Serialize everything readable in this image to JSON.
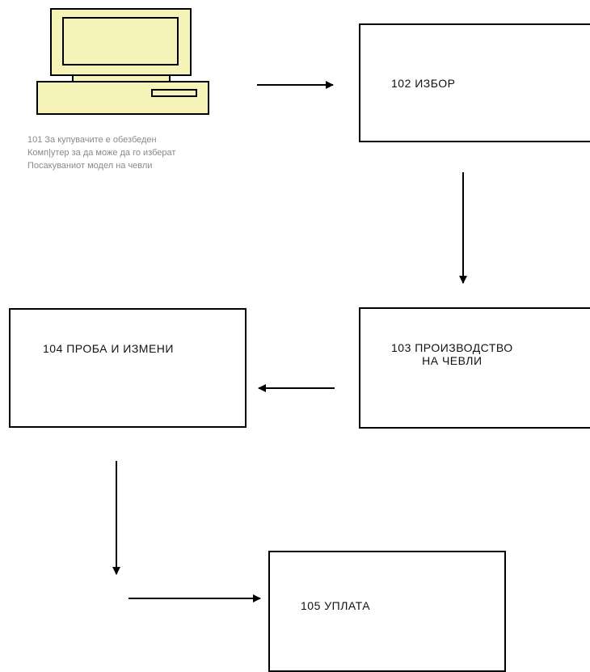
{
  "steps": [
    {
      "id": "101",
      "caption_lines": [
        "101 За купувачите е обезбеден",
        "Комп|утер за да може да го изберат",
        "Посакуваниот модел на чевли"
      ]
    },
    {
      "id": "102",
      "label": "102 ИЗБОР"
    },
    {
      "id": "103",
      "label_lines": [
        "103 ПРОИЗВОДСТВО",
        "НА ЧЕВЛИ"
      ]
    },
    {
      "id": "104",
      "label": "104 ПРОБА И ИЗМЕНИ"
    },
    {
      "id": "105",
      "label": "105 УПЛАТА"
    }
  ],
  "colors": {
    "computer_body": "#f6f3b8",
    "computer_outline": "#000000",
    "box_border": "#000000",
    "caption_text": "#8a8a8a"
  },
  "icons": {
    "computer": "computer-icon"
  }
}
